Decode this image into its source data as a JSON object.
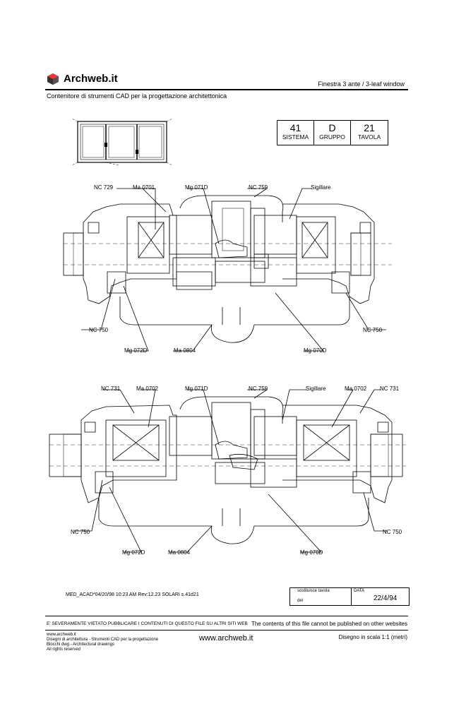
{
  "header": {
    "brand": "Archweb.it",
    "title": "Finestra 3 ante  /  3-leaf window",
    "subtitle": "Contenitore di strumenti CAD per la progettazione architettonica"
  },
  "code_box": {
    "cells": [
      {
        "num": "41",
        "label": "SISTEMA"
      },
      {
        "num": "D",
        "label": "GRUPPO"
      },
      {
        "num": "21",
        "label": "TAVOLA"
      }
    ]
  },
  "section_top": {
    "labels": {
      "nc729": "NC 729",
      "ma0701": "Ma 0701",
      "mg071d": "Mg 071D",
      "nc759": "NC 759",
      "sigillare": "Sigillare",
      "nc750_l": "NC 750",
      "nc750_r": "NC 750",
      "mg072d": "Mg 072D",
      "ma0804": "Ma 0804",
      "mg070d": "Mg 070D"
    }
  },
  "section_bottom": {
    "labels": {
      "nc731_l": "NC 731",
      "ma0702_l": "Ma 0702",
      "mg071d": "Mg 071D",
      "nc759": "NC 759",
      "sigillare": "Sigillare",
      "ma0702_r": "Ma 0702",
      "nc731_r": "NC 731",
      "nc750_l": "NC 750",
      "nc750_r": "NC 750",
      "mg072d": "Mg 072D",
      "ma0804": "Ma 0804",
      "mg070d": "Mg 070D"
    }
  },
  "footer": {
    "cad_ref": "MED_ACAD*04/20/98 10:23 AM Rev:12.23  SOLARI s.41d21",
    "sostituisce": "sostituisce tavola",
    "del": "del",
    "data_label": "DATA",
    "data_value": "22/4/94",
    "warning_it": "E' SEVERAMENTE VIETATO PUBBLICARE I CONTENUTI DI QUESTO FILE SU ALTRI SITI WEB",
    "warning_en": "The contents of this file cannot be published on other websites",
    "site_small": "www.archweb.it",
    "line2": "Disegni di architettura - Strumenti CAD  per la progettazione",
    "line3": "Blocchi dwg - Architectural drawings",
    "line4": "All rights reserved",
    "site_big": "www.archweb.it",
    "scale": "Disegno in scala 1:1 (metri)"
  }
}
